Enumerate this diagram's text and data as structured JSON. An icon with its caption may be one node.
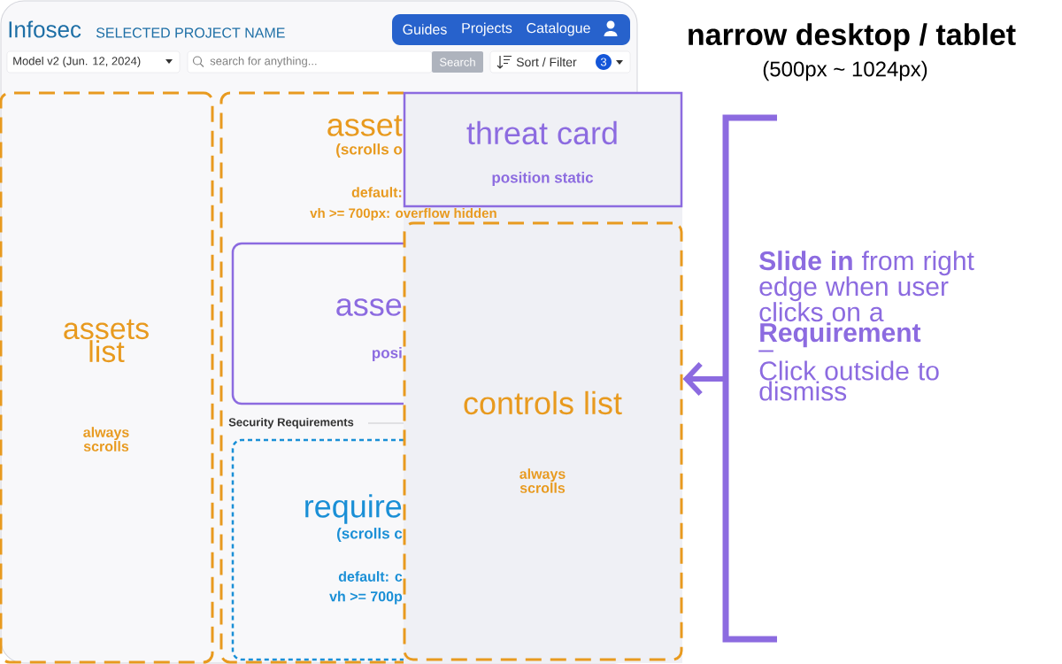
{
  "diagram": {
    "title": "narrow desktop / tablet",
    "nodes": [
      {
        "text": [
          "Infosec",
          "SELECTED PROJECT NAME"
        ]
      },
      {
        "text": [
          "Guides",
          "Projects",
          "Catalogue"
        ],
        "in": 0
      },
      {
        "text": [
          "Model v2 (Jun. 12, 2024)"
        ],
        "in": 0
      },
      {
        "text": [
          "search for anything..."
        ],
        "in": 0
      },
      {
        "text": [
          "Search"
        ],
        "in": 0
      },
      {
        "text": [
          "Sort / Filter",
          "3"
        ],
        "in": 0
      },
      {
        "text": [
          "assets list",
          "always scrolls"
        ],
        "in": 0
      },
      {
        "text": [
          "asset",
          "(scrolls o",
          "default:",
          "vh >= 700px: overflow hidden"
        ],
        "in": 0
      },
      {
        "text": [
          "asse",
          "posi"
        ],
        "in": 7
      },
      {
        "text": [
          "require",
          "(scrolls c",
          "default: c",
          "vh >= 700p"
        ],
        "in": 7
      },
      {
        "text": [
          "threat card",
          "position static"
        ]
      },
      {
        "text": [
          "controls list",
          "always scrolls"
        ]
      },
      {
        "text": [],
        "shape": "bracket"
      }
    ],
    "edges": [
      {
        "from": 12,
        "to": 11,
        "arrow": "to"
      }
    ],
    "labels": [
      "(500px ~ 1024px)",
      "Security Requirements",
      "**Slide in** from right edge when user clicks on a **Requirement**",
      "–",
      "Click outside to dismiss"
    ]
  }
}
